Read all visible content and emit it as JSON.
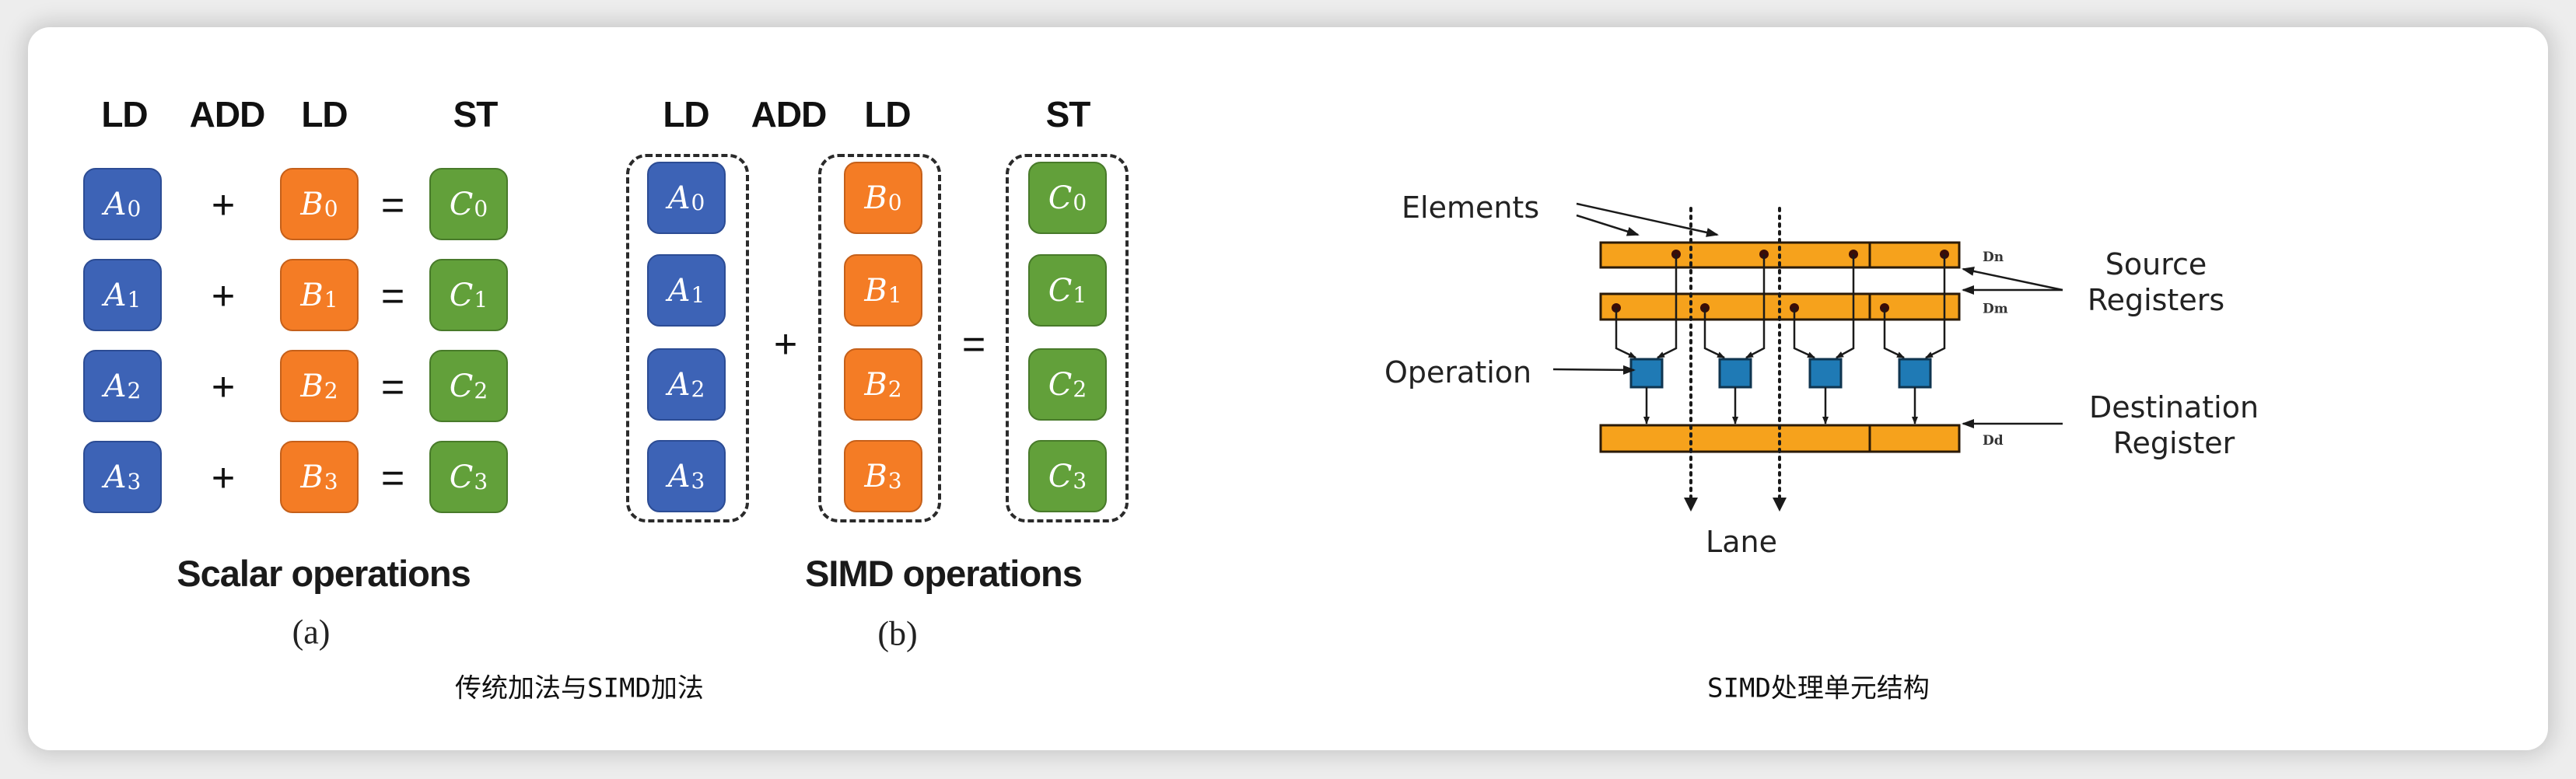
{
  "left_figure": {
    "scalar": {
      "headers": [
        "LD",
        "ADD",
        "LD",
        "ST"
      ],
      "rows": [
        {
          "a": "A",
          "b": "B",
          "c": "C",
          "index": "0",
          "plus": "+",
          "equals": "="
        },
        {
          "a": "A",
          "b": "B",
          "c": "C",
          "index": "1",
          "plus": "+",
          "equals": "="
        },
        {
          "a": "A",
          "b": "B",
          "c": "C",
          "index": "2",
          "plus": "+",
          "equals": "="
        },
        {
          "a": "A",
          "b": "B",
          "c": "C",
          "index": "3",
          "plus": "+",
          "equals": "="
        }
      ],
      "title": "Scalar operations",
      "label": "(a)"
    },
    "simd": {
      "headers": [
        "LD",
        "ADD",
        "LD",
        "ST"
      ],
      "a_items": [
        "A",
        "A",
        "A",
        "A"
      ],
      "b_items": [
        "B",
        "B",
        "B",
        "B"
      ],
      "c_items": [
        "C",
        "C",
        "C",
        "C"
      ],
      "indices": [
        "0",
        "1",
        "2",
        "3"
      ],
      "plus": "+",
      "equals": "=",
      "title": "SIMD operations",
      "label": "(b)"
    },
    "caption": "传统加法与SIMD加法",
    "colors": {
      "a": "#3d63b6",
      "b": "#f47c25",
      "c": "#62a03a"
    }
  },
  "right_figure": {
    "labels": {
      "elements": "Elements",
      "operation": "Operation",
      "lane": "Lane",
      "source_line1": "Source",
      "source_line2": "Registers",
      "dest_line1": "Destination",
      "dest_line2": "Register"
    },
    "registers": [
      {
        "name": "Dn",
        "role": "source"
      },
      {
        "name": "Dm",
        "role": "source"
      },
      {
        "name": "Dd",
        "role": "destination"
      }
    ],
    "lane_count": 4,
    "caption": "SIMD处理单元结构",
    "colors": {
      "register": "#f6a21c",
      "operation": "#1f7ab5"
    }
  }
}
